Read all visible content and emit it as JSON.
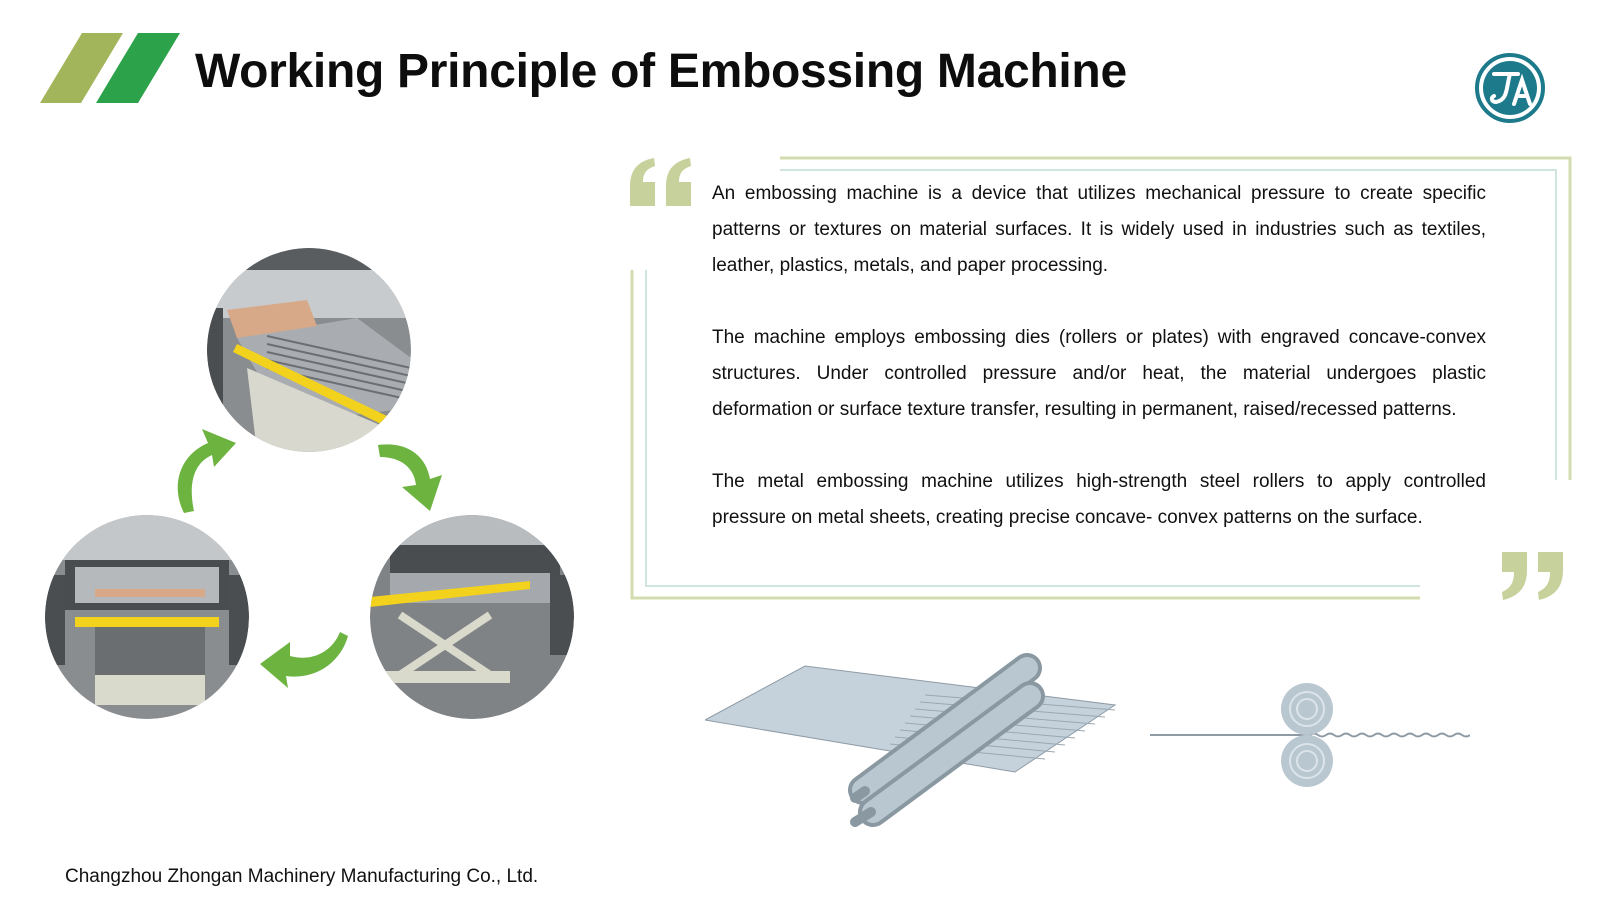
{
  "header": {
    "title": "Working Principle of Embossing Machine"
  },
  "logo": {
    "monogram": "ZA"
  },
  "description": {
    "paragraphs": [
      "An embossing machine is a device that utilizes mechanical pressure to create specific patterns or textures on material surfaces. It is widely used in industries such as textiles, leather, plastics, metals, and paper processing.",
      "The machine employs embossing dies (rollers or plates) with engraved concave-convex structures. Under controlled pressure and/or heat, the material undergoes plastic deformation or surface texture transfer, resulting in permanent, raised/recessed patterns.",
      "The metal embossing machine utilizes high-strength steel rollers to apply controlled pressure on metal sheets, creating precise concave- convex patterns on the surface."
    ]
  },
  "footer": {
    "company": "Changzhou Zhongan Machinery Manufacturing Co., Ltd."
  },
  "colors": {
    "accent_green": "#6cb33f",
    "dark_green": "#2ca24a",
    "olive_green": "#a3b55a",
    "frame_light": "#d3dcae",
    "frame_teal": "#cfe6df",
    "logo_teal": "#1d7a8a"
  },
  "icons": {
    "cycle_arrow": "curved-arrow-icon",
    "quote_open": "open-quote-icon",
    "quote_close": "close-quote-icon"
  }
}
